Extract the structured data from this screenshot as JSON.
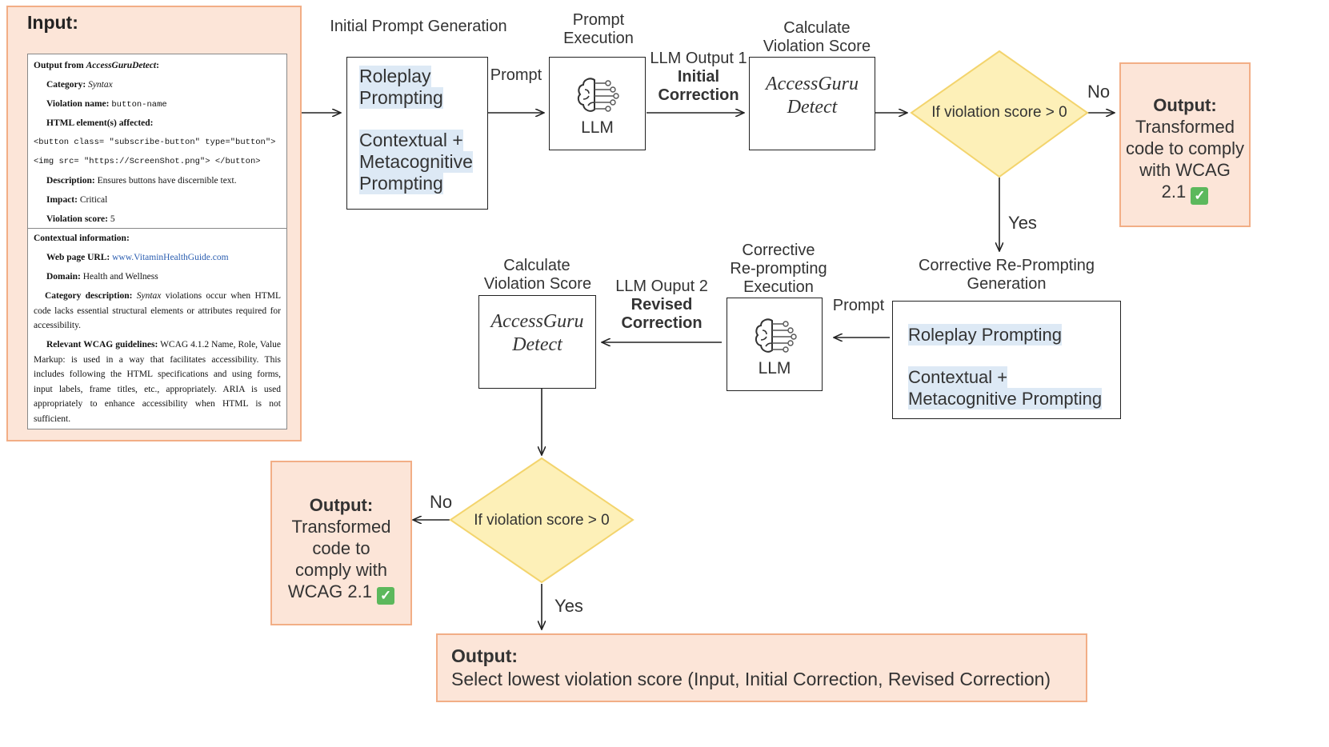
{
  "input_panel": {
    "title": "Input:",
    "detector_heading_prefix": "Output from ",
    "detector_name": "AccessGuruDetect",
    "detector_heading_suffix": ":",
    "category_label": "Category:",
    "category_value": "Syntax",
    "violation_name_label": "Violation name:",
    "violation_name_value": "button-name",
    "html_elements_label": "HTML element(s) affected:",
    "html_line_1": "<button class= \"subscribe-button\" type=\"button\">",
    "html_line_2": "<img src= \"https://ScreenShot.png\"> </button>",
    "description_label": "Description:",
    "description_value": "Ensures buttons have discernible text.",
    "impact_label": "Impact:",
    "impact_value": "Critical",
    "score_label": "Violation score:",
    "score_value": "5",
    "contextual_heading": "Contextual information:",
    "url_label": "Web page URL:",
    "url_value": "www.VitaminHealthGuide.com",
    "domain_label": "Domain:",
    "domain_value": "Health and Wellness",
    "category_desc_label": "Category description:",
    "category_desc_term": "Syntax",
    "category_desc_value": "violations occur when HTML code lacks essential structural elements or attributes required for accessibility.",
    "wcag_label": "Relevant WCAG guidelines:",
    "wcag_value": "WCAG 4.1.2 Name, Role, Value Markup: is used in a way that facilitates accessibility. This includes following the HTML specifications and using forms, input labels, frame titles, etc., appropriately. ARIA is used appropriately to enhance accessibility when HTML is not sufficient."
  },
  "top_flow": {
    "gen_title": "Initial Prompt Generation",
    "gen_roleplay_1": "Roleplay",
    "gen_roleplay_2": "Prompting",
    "gen_context_1": "Contextual +",
    "gen_context_2": "Metacognitive",
    "gen_context_3": "Prompting",
    "prompt_label": "Prompt",
    "exec_title_1": "Prompt",
    "exec_title_2": "Execution",
    "llm_label": "LLM",
    "output1_line_1": "LLM Output 1",
    "output1_line_2": "Initial",
    "output1_line_3": "Correction",
    "calc_title_1": "Calculate",
    "calc_title_2": "Violation Score",
    "detect_1": "AccessGuru",
    "detect_2": "Detect",
    "decision": "If violation score > 0",
    "no_label": "No",
    "yes_label": "Yes",
    "output_title": "Output:",
    "output_line_1": "Transformed",
    "output_line_2": "code to comply",
    "output_line_3": "with WCAG",
    "output_line_4": "2.1"
  },
  "mid_flow": {
    "gen_title_1": "Corrective Re-Prompting",
    "gen_title_2": "Generation",
    "gen_roleplay": "Roleplay Prompting",
    "gen_context_1": "Contextual +",
    "gen_context_2": "Metacognitive Prompting",
    "prompt_label": "Prompt",
    "exec_title_1": "Corrective",
    "exec_title_2": "Re-prompting",
    "exec_title_3": "Execution",
    "llm_label": "LLM",
    "output2_line_1": "LLM Ouput 2",
    "output2_line_2": "Revised",
    "output2_line_3": "Correction",
    "calc_title_1": "Calculate",
    "calc_title_2": "Violation Score",
    "detect_1": "AccessGuru",
    "detect_2": "Detect"
  },
  "bottom_flow": {
    "decision": "If violation score > 0",
    "no_label": "No",
    "yes_label": "Yes",
    "output_left_title": "Output:",
    "output_left_line_1": "Transformed",
    "output_left_line_2": "code to",
    "output_left_line_3": "comply with",
    "output_left_line_4": "WCAG 2.1",
    "final_title": "Output:",
    "final_text": "Select lowest violation score (Input, Initial Correction, Revised Correction)"
  },
  "colors": {
    "output_fill": "#fce5d8",
    "output_border": "#f2ae86",
    "decision_fill": "#fdf0b8",
    "decision_border": "#f3d46d",
    "highlight": "#dde9f5",
    "check_green": "#5cb85c"
  },
  "icons": {
    "llm": "brain-circuit-icon",
    "check": "check-mark-icon"
  }
}
